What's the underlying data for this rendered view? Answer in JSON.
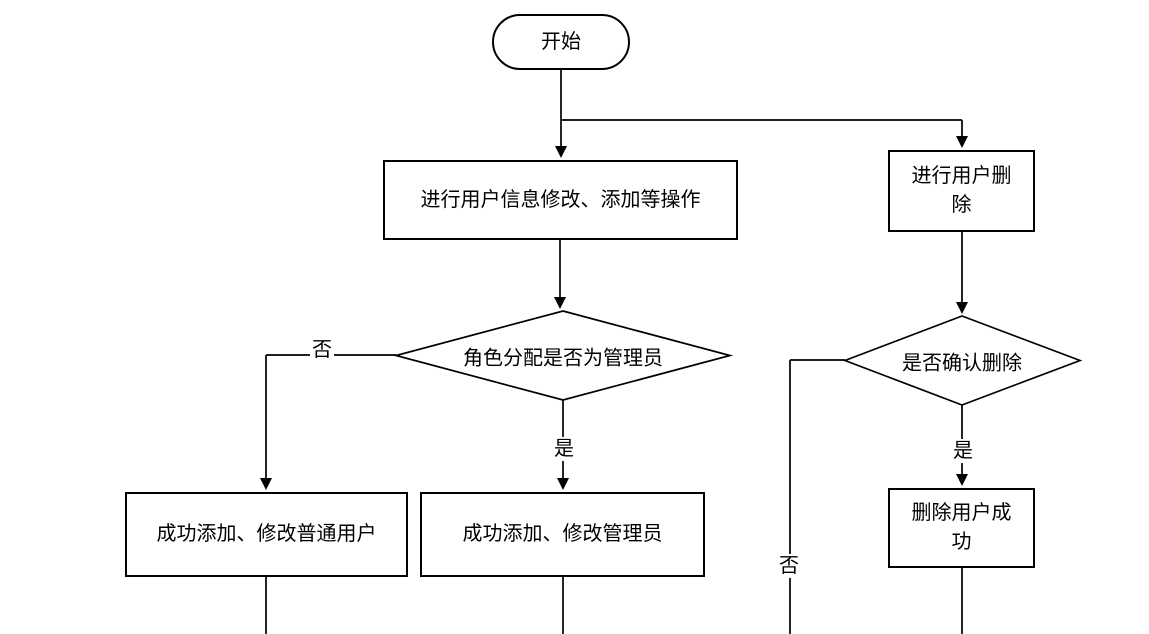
{
  "flowchart": {
    "start": {
      "label": "开始"
    },
    "edit_operation": {
      "label": "进行用户信息修改、添加等操作"
    },
    "delete_operation": {
      "label": "进行用户删除"
    },
    "role_decision": {
      "label": "角色分配是否为管理员",
      "no_label": "否",
      "yes_label": "是"
    },
    "confirm_delete_decision": {
      "label": "是否确认删除",
      "no_label": "否",
      "yes_label": "是"
    },
    "normal_user_result": {
      "label": "成功添加、修改普通用户"
    },
    "admin_result": {
      "label": "成功添加、修改管理员"
    },
    "delete_success": {
      "label": "删除用户成功"
    }
  },
  "colors": {
    "stroke": "#000000",
    "background": "#ffffff"
  }
}
